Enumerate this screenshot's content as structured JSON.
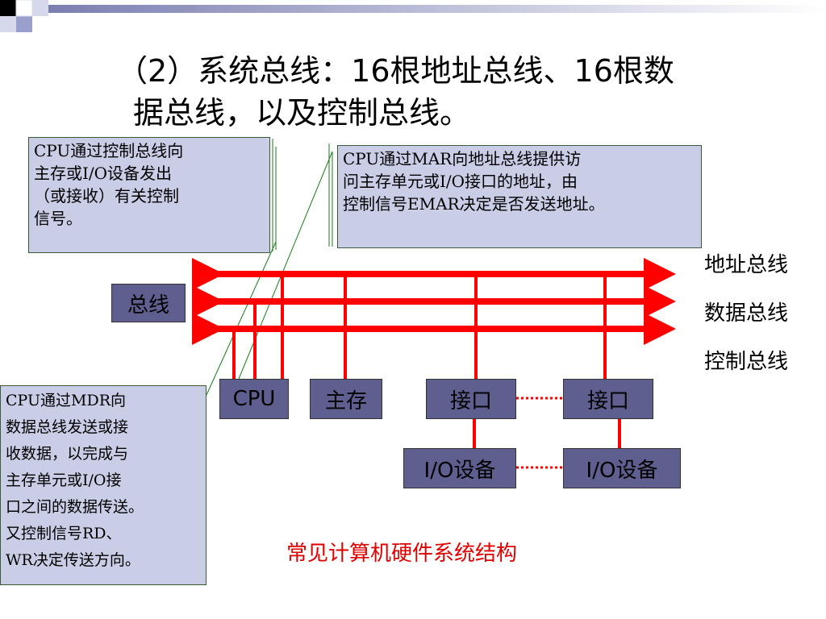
{
  "title": {
    "line1": "（2）系统总线：16根地址总线、16根数",
    "line2": "据总线，以及控制总线。"
  },
  "notes": {
    "control": [
      "CPU通过控制总线向",
      "主存或I/O设备发出",
      "（或接收）有关控制",
      "信号。"
    ],
    "mar": [
      "CPU通过MAR向地址总线提供访",
      "问主存单元或I/O接口的地址，由",
      "控制信号EMAR决定是否发送地址。"
    ],
    "mdr": [
      "CPU通过MDR向",
      "数据总线发送或接",
      "收数据，以完成与",
      "主存单元或I/O接",
      "口之间的数据传送。",
      "又控制信号RD、",
      "WR决定传送方向。"
    ]
  },
  "bus_box": "总线",
  "bus_labels": {
    "address": "地址总线",
    "data": "数据总线",
    "control": "控制总线"
  },
  "components": {
    "cpu": "CPU",
    "memory": "主存",
    "interface1": "接口",
    "interface2": "接口",
    "io1": "I/O设备",
    "io2": "I/O设备"
  },
  "caption": "常见计算机硬件系统结构",
  "colors": {
    "bus": "#ff0000",
    "box_fill": "#5f5f8f",
    "note_fill": "#c9cde6",
    "caption": "#e00000",
    "deco": "#7a7fb0"
  }
}
